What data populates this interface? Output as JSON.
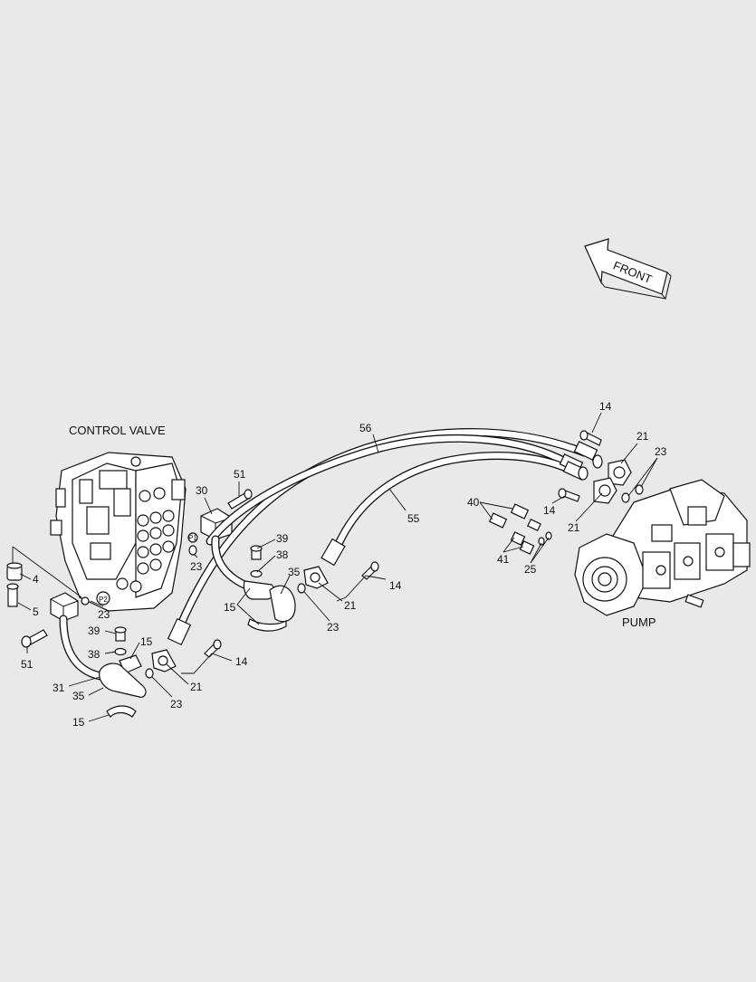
{
  "diagram": {
    "titles": {
      "control_valve": "CONTROL VALVE",
      "pump": "PUMP",
      "front": "FRONT"
    },
    "callouts": [
      {
        "id": "c56",
        "text": "56"
      },
      {
        "id": "c55",
        "text": "55"
      },
      {
        "id": "c14a",
        "text": "14"
      },
      {
        "id": "c21a",
        "text": "21"
      },
      {
        "id": "c23a",
        "text": "23"
      },
      {
        "id": "c14b",
        "text": "14"
      },
      {
        "id": "c21b",
        "text": "21"
      },
      {
        "id": "c40",
        "text": "40"
      },
      {
        "id": "c41",
        "text": "41"
      },
      {
        "id": "c25",
        "text": "25"
      },
      {
        "id": "c51a",
        "text": "51"
      },
      {
        "id": "c30",
        "text": "30"
      },
      {
        "id": "c23b",
        "text": "23"
      },
      {
        "id": "c39a",
        "text": "39"
      },
      {
        "id": "c38a",
        "text": "38"
      },
      {
        "id": "c35a",
        "text": "35"
      },
      {
        "id": "c15a",
        "text": "15"
      },
      {
        "id": "c14c",
        "text": "14"
      },
      {
        "id": "c21c",
        "text": "21"
      },
      {
        "id": "c23c",
        "text": "23"
      },
      {
        "id": "c4",
        "text": "4"
      },
      {
        "id": "c5",
        "text": "5"
      },
      {
        "id": "c23d",
        "text": "23"
      },
      {
        "id": "c51b",
        "text": "51"
      },
      {
        "id": "c39b",
        "text": "39"
      },
      {
        "id": "c38b",
        "text": "38"
      },
      {
        "id": "c15b",
        "text": "15"
      },
      {
        "id": "c31",
        "text": "31"
      },
      {
        "id": "c35b",
        "text": "35"
      },
      {
        "id": "c15c",
        "text": "15"
      },
      {
        "id": "c14d",
        "text": "14"
      },
      {
        "id": "c21d",
        "text": "21"
      },
      {
        "id": "c23e",
        "text": "23"
      }
    ],
    "port_labels": {
      "p1": "P1",
      "p2": "P2"
    }
  }
}
